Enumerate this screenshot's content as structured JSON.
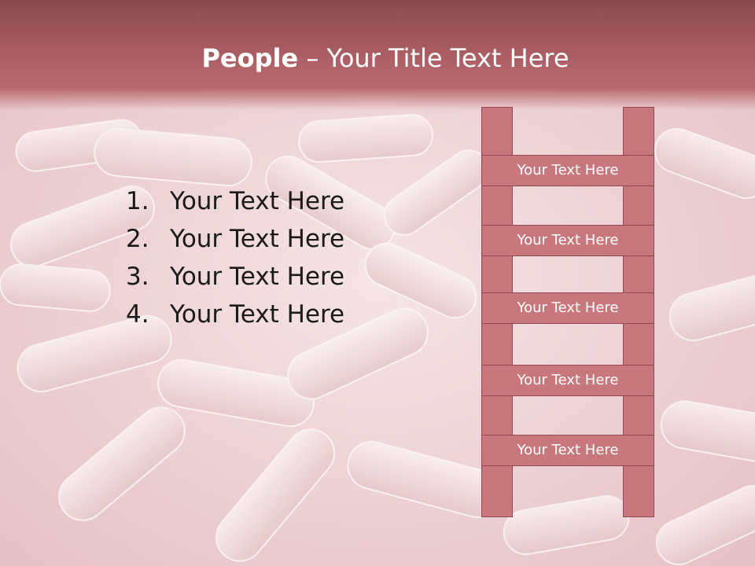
{
  "slide": {
    "title_bold": "People",
    "title_rest": " – Your Title Text Here",
    "list": [
      {
        "num": "1.",
        "text": "Your Text Here"
      },
      {
        "num": "2.",
        "text": "Your Text Here"
      },
      {
        "num": "3.",
        "text": "Your Text Here"
      },
      {
        "num": "4.",
        "text": "Your Text Here"
      }
    ],
    "ladder": [
      "Your Text Here",
      "Your Text Here",
      "Your Text Here",
      "Your Text Here",
      "Your Text Here"
    ]
  },
  "colors": {
    "title_band": "#a85c62",
    "ladder_fill": "#c8777c",
    "ladder_border": "#8e4a50",
    "background": "#efd6d8"
  }
}
